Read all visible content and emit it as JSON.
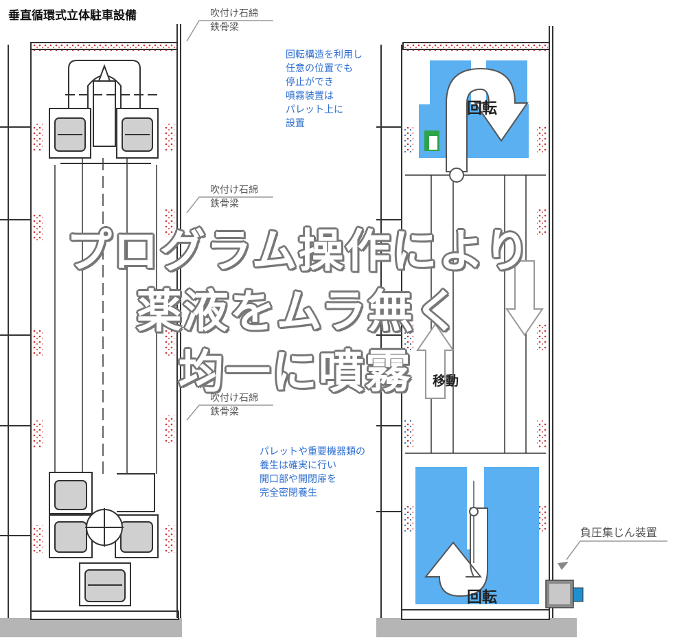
{
  "title": "垂直循環式立体駐車設備",
  "left_labels": [
    {
      "line1": "吹付け石綿",
      "line2": "鉄骨梁"
    },
    {
      "line1": "吹付け石綿",
      "line2": "鉄骨梁"
    },
    {
      "line1": "吹付け石綿",
      "line2": "鉄骨梁"
    }
  ],
  "right_note_top": [
    "回転構造を利用し",
    "任意の位置でも",
    "停止ができ",
    "噴霧装置は",
    "パレット上に",
    "設置"
  ],
  "right_note_bottom": [
    "パレットや重要機器類の",
    "養生は確実に行い",
    "開口部や開閉扉を",
    "完全密閉養生"
  ],
  "overlay_lines": [
    "プログラム操作により",
    "薬液をムラ無く",
    "均一に噴霧"
  ],
  "rotate_top": "回転",
  "rotate_bottom": "回転",
  "move_label": "移動",
  "negative_pressure_label": "負圧集じん装置",
  "colors": {
    "blue_note": "#2f6fd0",
    "pallet_blue": "#5ab0f0",
    "asbestos_red": "#cc3333",
    "wall_gray": "#aaaaaa"
  }
}
